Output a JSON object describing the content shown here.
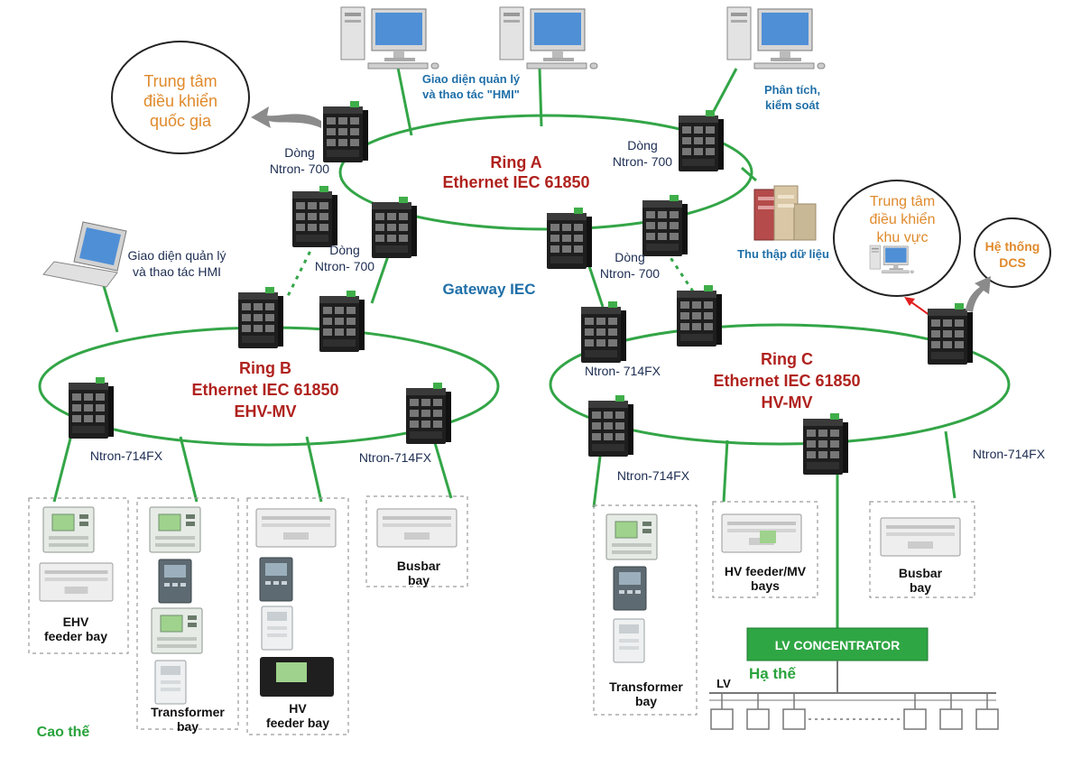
{
  "center_national": {
    "line1": "Trung tâm",
    "line2": "điều khiển",
    "line3": "quốc gia"
  },
  "center_regional": {
    "line1": "Trung tâm",
    "line2": "điều khiển",
    "line3": "khu vực"
  },
  "dcs": {
    "line1": "Hệ thống",
    "line2": "DCS"
  },
  "hmi_top": {
    "line1": "Giao diện quản lý",
    "line2": "và thao tác \"HMI\""
  },
  "hmi_left": {
    "line1": "Giao diện quản lý",
    "line2": "và thao tác HMI"
  },
  "analysis": {
    "line1": "Phân tích,",
    "line2": "kiểm soát"
  },
  "data_collection": "Thu thập dữ liệu",
  "gateway": "Gateway IEC",
  "ring_a": {
    "line1": "Ring A",
    "line2": "Ethernet IEC 61850"
  },
  "ring_b": {
    "line1": "Ring B",
    "line2": "Ethernet IEC 61850",
    "line3": "EHV-MV"
  },
  "ring_c": {
    "line1": "Ring C",
    "line2": "Ethernet IEC 61850",
    "line3": "HV-MV"
  },
  "switch_labels": {
    "a_left": {
      "line1": "Dòng",
      "line2": "Ntron- 700"
    },
    "a_right": {
      "line1": "Dòng",
      "line2": "Ntron- 700"
    },
    "mid_left": {
      "line1": "Dòng",
      "line2": "Ntron- 700"
    },
    "mid_right": {
      "line1": "Dòng",
      "line2": "Ntron- 700"
    },
    "c_top": "Ntron- 714FX",
    "b_left": "Ntron-714FX",
    "b_right": "Ntron-714FX",
    "c_left": "Ntron-714FX",
    "c_right": "Ntron-714FX"
  },
  "bays": {
    "ehv_feeder": {
      "line1": "EHV",
      "line2": "feeder bay"
    },
    "transformer_b": {
      "line1": "Transformer",
      "line2": "bay"
    },
    "hv_feeder_b": {
      "line1": "HV",
      "line2": "feeder bay"
    },
    "busbar_b": {
      "line1": "Busbar",
      "line2": "bay"
    },
    "transformer_c": {
      "line1": "Transformer",
      "line2": "bay"
    },
    "hv_mv_feeder": {
      "line1": "HV feeder/MV",
      "line2": "bays"
    },
    "busbar_c": {
      "line1": "Busbar",
      "line2": "bay"
    }
  },
  "lv_concentrator": "LV CONCENTRATOR",
  "lv": "LV",
  "ha_the": "Hạ thế",
  "cao_the": "Cao thế"
}
